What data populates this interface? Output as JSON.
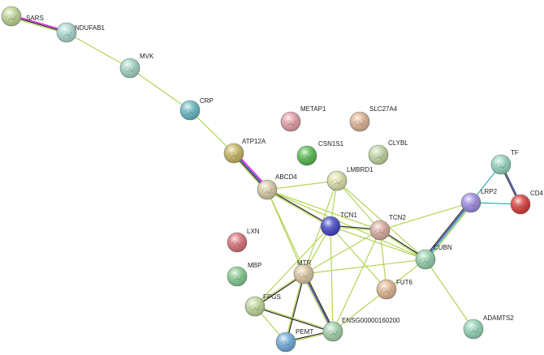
{
  "network": {
    "nodes": [
      {
        "id": "SARS",
        "color": "#bcd38f"
      },
      {
        "id": "NDUFAB1",
        "color": "#a7d7cf"
      },
      {
        "id": "MVK",
        "color": "#9fd2c2"
      },
      {
        "id": "CRP",
        "color": "#5fb7c2"
      },
      {
        "id": "METAP1",
        "color": "#e39aa3"
      },
      {
        "id": "SLC27A4",
        "color": "#ddb08f"
      },
      {
        "id": "CSN1S1",
        "color": "#4fb848"
      },
      {
        "id": "CLYBL",
        "color": "#bfd39c"
      },
      {
        "id": "ATP12A",
        "color": "#c6b35a"
      },
      {
        "id": "ABCD4",
        "color": "#d6c9a0"
      },
      {
        "id": "LMBRD1",
        "color": "#dcdfa6"
      },
      {
        "id": "TF",
        "color": "#8fd2bd"
      },
      {
        "id": "LRP2",
        "color": "#9a86e0"
      },
      {
        "id": "CD4",
        "color": "#d93535"
      },
      {
        "id": "TCN1",
        "color": "#3d3fc8"
      },
      {
        "id": "TCN2",
        "color": "#dba79b"
      },
      {
        "id": "LXN",
        "color": "#d96a72"
      },
      {
        "id": "CUBN",
        "color": "#8fcfa6"
      },
      {
        "id": "MBP",
        "color": "#7fc98c"
      },
      {
        "id": "MTR",
        "color": "#d9c59b"
      },
      {
        "id": "FUT6",
        "color": "#e0b28c"
      },
      {
        "id": "FPGS",
        "color": "#bcd493"
      },
      {
        "id": "ENSG00000160200",
        "color": "#9ed2a6"
      },
      {
        "id": "PEMT",
        "color": "#6aa8d8"
      },
      {
        "id": "ADAMTS2",
        "color": "#8fd2b4"
      }
    ],
    "edges": [
      {
        "from": "SARS",
        "to": "NDUFAB1",
        "colors": [
          "#ff00ff",
          "#222222",
          "#b4d456"
        ]
      },
      {
        "from": "NDUFAB1",
        "to": "MVK",
        "colors": [
          "#b4d456"
        ]
      },
      {
        "from": "MVK",
        "to": "CRP",
        "colors": [
          "#b4d456"
        ]
      },
      {
        "from": "CRP",
        "to": "ATP12A",
        "colors": [
          "#b4d456"
        ]
      },
      {
        "from": "ATP12A",
        "to": "ABCD4",
        "colors": [
          "#ff00ff",
          "#3a3ab0",
          "#222222",
          "#b4d456"
        ]
      },
      {
        "from": "ABCD4",
        "to": "TCN1",
        "colors": [
          "#222222",
          "#b4d456"
        ]
      },
      {
        "from": "ABCD4",
        "to": "TCN2",
        "colors": [
          "#b4d456"
        ]
      },
      {
        "from": "ABCD4",
        "to": "LMBRD1",
        "colors": [
          "#b4d456"
        ]
      },
      {
        "from": "ABCD4",
        "to": "MTR",
        "colors": [
          "#b4d456"
        ]
      },
      {
        "from": "ABCD4",
        "to": "CUBN",
        "colors": [
          "#b4d456"
        ]
      },
      {
        "from": "ABCD4",
        "to": "ENSG00000160200",
        "colors": [
          "#b4d456"
        ]
      },
      {
        "from": "LMBRD1",
        "to": "TCN1",
        "colors": [
          "#b4d456"
        ]
      },
      {
        "from": "LMBRD1",
        "to": "TCN2",
        "colors": [
          "#b4d456"
        ]
      },
      {
        "from": "LMBRD1",
        "to": "MTR",
        "colors": [
          "#b4d456"
        ]
      },
      {
        "from": "LMBRD1",
        "to": "CUBN",
        "colors": [
          "#b4d456"
        ]
      },
      {
        "from": "TCN1",
        "to": "TCN2",
        "colors": [
          "#222222",
          "#b4d456"
        ]
      },
      {
        "from": "TCN1",
        "to": "CUBN",
        "colors": [
          "#b4d456"
        ]
      },
      {
        "from": "TCN1",
        "to": "MTR",
        "colors": [
          "#b4d456"
        ]
      },
      {
        "from": "TCN1",
        "to": "ENSG00000160200",
        "colors": [
          "#b4d456"
        ]
      },
      {
        "from": "TCN1",
        "to": "FUT6",
        "colors": [
          "#b4d456"
        ]
      },
      {
        "from": "TCN1",
        "to": "FPGS",
        "colors": [
          "#b4d456"
        ]
      },
      {
        "from": "TCN2",
        "to": "CUBN",
        "colors": [
          "#222222",
          "#b4d456"
        ]
      },
      {
        "from": "TCN2",
        "to": "LRP2",
        "colors": [
          "#b4d456"
        ]
      },
      {
        "from": "TCN2",
        "to": "MTR",
        "colors": [
          "#b4d456"
        ]
      },
      {
        "from": "TCN2",
        "to": "ENSG00000160200",
        "colors": [
          "#b4d456"
        ]
      },
      {
        "from": "TCN2",
        "to": "FUT6",
        "colors": [
          "#b4d456"
        ]
      },
      {
        "from": "CUBN",
        "to": "LRP2",
        "colors": [
          "#222222",
          "#3a3ab0",
          "#2fb0b0",
          "#b4d456"
        ]
      },
      {
        "from": "CUBN",
        "to": "MTR",
        "colors": [
          "#b4d456"
        ]
      },
      {
        "from": "CUBN",
        "to": "ENSG00000160200",
        "colors": [
          "#b4d456"
        ]
      },
      {
        "from": "CUBN",
        "to": "ADAMTS2",
        "colors": [
          "#b4d456"
        ]
      },
      {
        "from": "LRP2",
        "to": "TF",
        "colors": [
          "#2fb0b0"
        ]
      },
      {
        "from": "LRP2",
        "to": "CD4",
        "colors": [
          "#2fb0b0"
        ]
      },
      {
        "from": "TF",
        "to": "CD4",
        "colors": [
          "#3a3ab0",
          "#222222"
        ]
      },
      {
        "from": "MTR",
        "to": "FPGS",
        "colors": [
          "#222222",
          "#b4d456"
        ]
      },
      {
        "from": "MTR",
        "to": "PEMT",
        "colors": [
          "#222222",
          "#b4d456"
        ]
      },
      {
        "from": "MTR",
        "to": "ENSG00000160200",
        "colors": [
          "#222222",
          "#3a3ab0",
          "#b4d456"
        ]
      },
      {
        "from": "FPGS",
        "to": "PEMT",
        "colors": [
          "#b4d456"
        ]
      },
      {
        "from": "FPGS",
        "to": "ENSG00000160200",
        "colors": [
          "#b4d456",
          "#222222"
        ]
      },
      {
        "from": "PEMT",
        "to": "ENSG00000160200",
        "colors": [
          "#222222",
          "#b4d456"
        ]
      }
    ]
  }
}
